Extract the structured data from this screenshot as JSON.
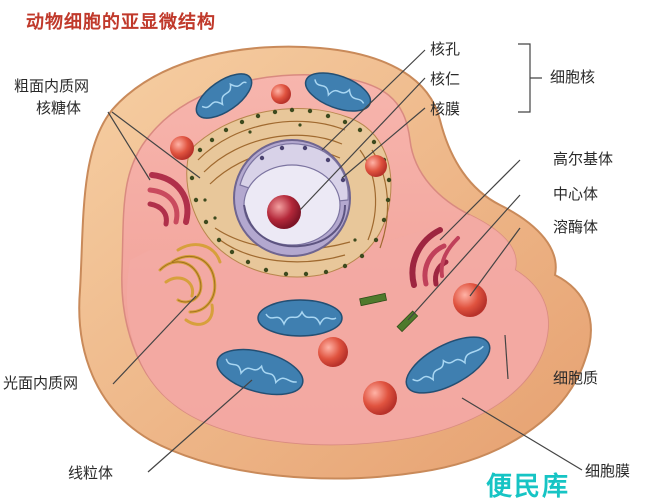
{
  "diagram": {
    "title": "动物细胞的亚显微结构",
    "labels": {
      "rough_er": "粗面内质网",
      "ribosome": "核糖体",
      "nuclear_pore": "核孔",
      "nucleolus": "核仁",
      "nuclear_envelope": "核膜",
      "nucleus": "细胞核",
      "golgi": "高尔基体",
      "centrosome": "中心体",
      "lysosome": "溶酶体",
      "smooth_er": "光面内质网",
      "cytoplasm": "细胞质",
      "mitochondrion": "线粒体",
      "cell_membrane": "细胞膜"
    },
    "watermark": "便民库",
    "colors": {
      "title": "#c0392b",
      "cytoplasm": "#f2a6a0",
      "membrane": "#f0b98c",
      "mitochondria": "#3f7fb0",
      "lysosome": "#d8473a",
      "golgi": "#b0304a",
      "nucleus": "#c9c2da",
      "watermark": "#16c4c4"
    }
  }
}
